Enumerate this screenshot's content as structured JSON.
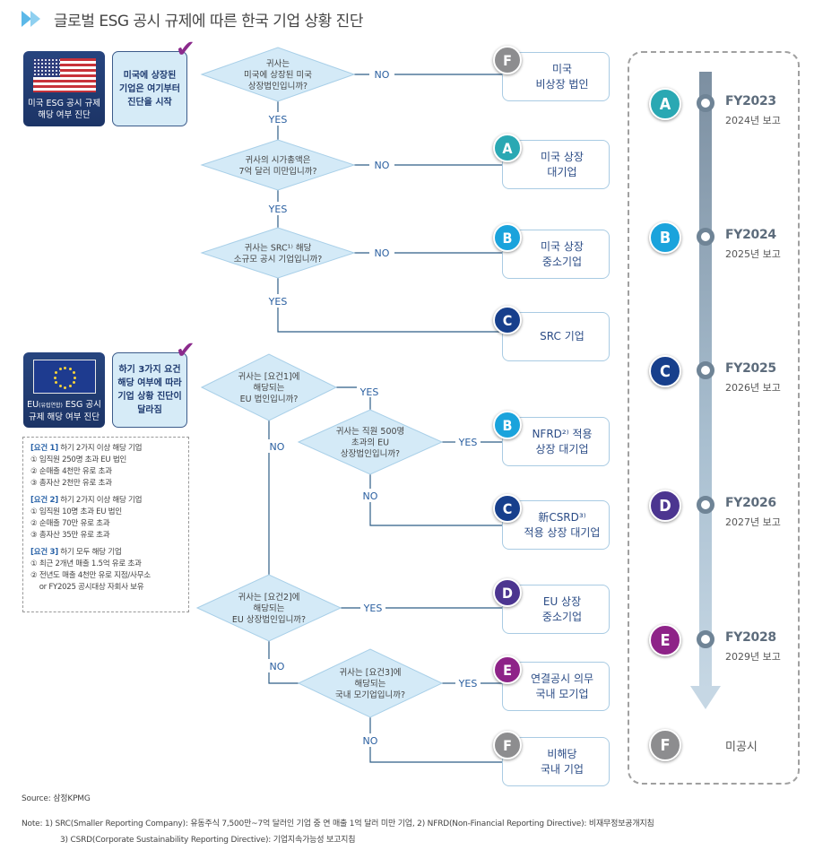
{
  "header": {
    "title": "글로벌 ESG 공시 규제에 따른 한국 기업 상황 진단",
    "icon": "double-chevron-icon"
  },
  "colors": {
    "A": "#2aa8b3",
    "B": "#1aa3dc",
    "C": "#173f8c",
    "D": "#4c3590",
    "E": "#8e2388",
    "F": "#8d8d8f",
    "accent_check": "#8b2a8c",
    "line": "#2f5d87",
    "diamond_fill": "#d4eaf7"
  },
  "us_section": {
    "flag_label": "미국 ESG 공시 규제\n해당 여부 진단",
    "note": "미국에 상장된\n기업은 여기부터\n진단을 시작"
  },
  "eu_section": {
    "flag_label_prefix": "EU",
    "flag_label_small": "(유럽연합)",
    "flag_label_rest": " ESG 공시\n규제 해당 여부 진단",
    "note": "하기 3가지 요건\n해당 여부에 따라\n기업 상황 진단이\n달라짐"
  },
  "requirements": [
    {
      "head": "[요건 1]",
      "title": " 하기 2가지 이상 해당 기업",
      "items": [
        "① 임직원 250명 초과 EU 법인",
        "② 순매출 4천만 유로 초과",
        "③ 총자산 2천만 유로 초과"
      ]
    },
    {
      "head": "[요건 2]",
      "title": " 하기 2가지 이상 해당 기업",
      "items": [
        "① 임직원 10명 초과 EU 법인",
        "② 순매출 70만 유로 초과",
        "③ 총자산 35만 유로 초과"
      ]
    },
    {
      "head": "[요건 3]",
      "title": " 하기 모두 해당 기업",
      "items": [
        "① 최근 2개년 매출 1.5억 유로 초과",
        "② 전년도 매출 4천만 유로 지점/사무소",
        "    or FY2025 공시대상 자회사 보유"
      ]
    }
  ],
  "questions": [
    {
      "id": "q1",
      "lines": [
        "귀사는",
        "미국에 상장된 미국",
        "상장법인입니까?"
      ]
    },
    {
      "id": "q2",
      "lines": [
        "귀사의 시가총액은",
        "7억 달러 미만입니까?"
      ]
    },
    {
      "id": "q3",
      "lines": [
        "귀사는 SRC¹⁾ 해당",
        "소규모 공시 기업입니까?"
      ]
    },
    {
      "id": "q4",
      "lines": [
        "귀사는 [요건1]에",
        "해당되는",
        "EU 법인입니까?"
      ]
    },
    {
      "id": "q5",
      "lines": [
        "귀사는 직원 500명",
        "초과의 EU",
        "상장법인입니까?"
      ]
    },
    {
      "id": "q6",
      "lines": [
        "귀사는 [요건2]에",
        "해당되는",
        "EU 상장법인입니까?"
      ]
    },
    {
      "id": "q7",
      "lines": [
        "귀사는 [요건3]에",
        "해당되는",
        "국내 모기업입니까?"
      ]
    }
  ],
  "labels": {
    "yes": "YES",
    "no": "NO"
  },
  "results": [
    {
      "badge": "F",
      "text": "미국\n비상장 법인"
    },
    {
      "badge": "A",
      "text": "미국 상장\n대기업"
    },
    {
      "badge": "B",
      "text": "미국 상장\n중소기업"
    },
    {
      "badge": "C",
      "text": "SRC 기업"
    },
    {
      "badge": "B",
      "text": "NFRD²⁾ 적용\n상장 대기업"
    },
    {
      "badge": "C",
      "text": "新CSRD³⁾\n적용 상장 대기업"
    },
    {
      "badge": "D",
      "text": "EU 상장\n중소기업"
    },
    {
      "badge": "E",
      "text": "연결공시 의무\n국내 모기업"
    },
    {
      "badge": "F",
      "text": "비해당\n국내 기업"
    }
  ],
  "timeline": [
    {
      "badge": "A",
      "fy": "FY2023",
      "report": "2024년 보고"
    },
    {
      "badge": "B",
      "fy": "FY2024",
      "report": "2025년 보고"
    },
    {
      "badge": "C",
      "fy": "FY2025",
      "report": "2026년 보고"
    },
    {
      "badge": "D",
      "fy": "FY2026",
      "report": "2027년 보고"
    },
    {
      "badge": "E",
      "fy": "FY2028",
      "report": "2029년 보고"
    },
    {
      "badge": "F",
      "fy": "미공시",
      "report": ""
    }
  ],
  "footer": {
    "source": "Source: 삼정KPMG",
    "note_line1": "Note: 1) SRC(Smaller Reporting Company): 유동주식 7,500만~7억 달러인 기업 중 연 매출 1억 달러 미만 기업, 2) NFRD(Non-Financial Reporting Directive): 비재무정보공개지침",
    "note_line2": "3) CSRD(Corporate Sustainability Reporting Directive): 기업지속가능성 보고지침"
  }
}
